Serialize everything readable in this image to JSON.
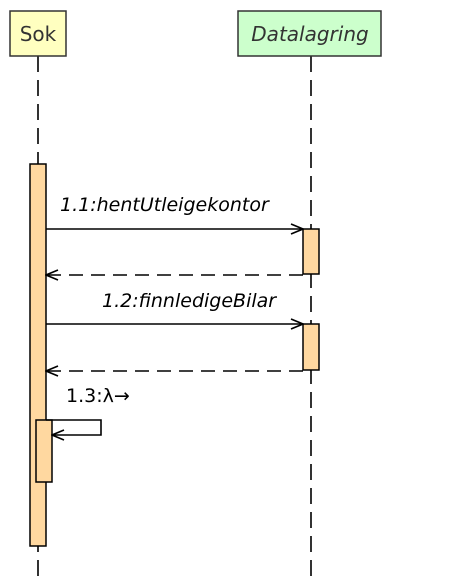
{
  "participants": [
    {
      "name": "Sok",
      "italic": false,
      "fill": "#ffffc0",
      "stroke": "#333333"
    },
    {
      "name": "Datalagring",
      "italic": true,
      "fill": "#ccffcc",
      "stroke": "#333333"
    }
  ],
  "activation_color": "#ffd8a0",
  "messages": [
    {
      "label": "1.1:hentUtleigekontor",
      "italic": true,
      "from": "Sok",
      "to": "Datalagring",
      "type": "call"
    },
    {
      "label": "",
      "from": "Datalagring",
      "to": "Sok",
      "type": "return"
    },
    {
      "label": "1.2:finnledigeBilar",
      "italic": true,
      "from": "Sok",
      "to": "Datalagring",
      "type": "call"
    },
    {
      "label": "",
      "from": "Datalagring",
      "to": "Sok",
      "type": "return"
    },
    {
      "label": "1.3:λ→",
      "italic": false,
      "from": "Sok",
      "to": "Sok",
      "type": "self-call"
    }
  ]
}
